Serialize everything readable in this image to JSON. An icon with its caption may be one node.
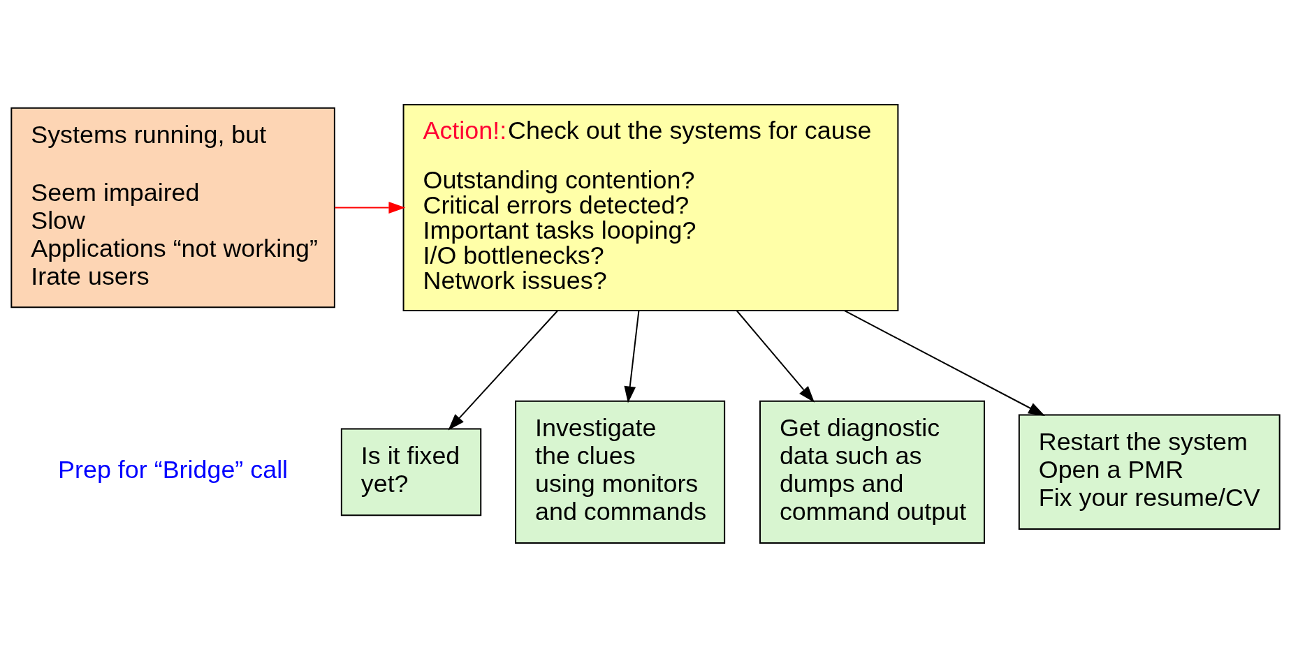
{
  "diagram": {
    "nodes": [
      {
        "text": [
          "Systems running, but",
          "Seem impaired",
          "Slow",
          "Applications “not working”",
          "Irate users"
        ]
      },
      {
        "text": [
          "Action!:",
          "Check out the systems for cause",
          "Outstanding contention?",
          "Critical errors detected?",
          "Important tasks looping?",
          "I/O bottlenecks?",
          "Network issues?"
        ]
      },
      {
        "text": [
          "Is it fixed yet?"
        ]
      },
      {
        "text": [
          "Investigate the clues using monitors and commands"
        ]
      },
      {
        "text": [
          "Get diagnostic data such as dumps and command output"
        ]
      },
      {
        "text": [
          "Restart the system",
          "Open a PMR",
          "Fix your resume/CV"
        ]
      }
    ],
    "edges": [
      {
        "from": 0,
        "to": 1,
        "arrow": "to",
        "color": "#ff0000"
      },
      {
        "from": 1,
        "to": 2,
        "arrow": "to"
      },
      {
        "from": 1,
        "to": 3,
        "arrow": "to"
      },
      {
        "from": 1,
        "to": 4,
        "arrow": "to"
      },
      {
        "from": 1,
        "to": 5,
        "arrow": "to"
      }
    ],
    "labels": [
      "Prep for “Bridge” call"
    ]
  }
}
